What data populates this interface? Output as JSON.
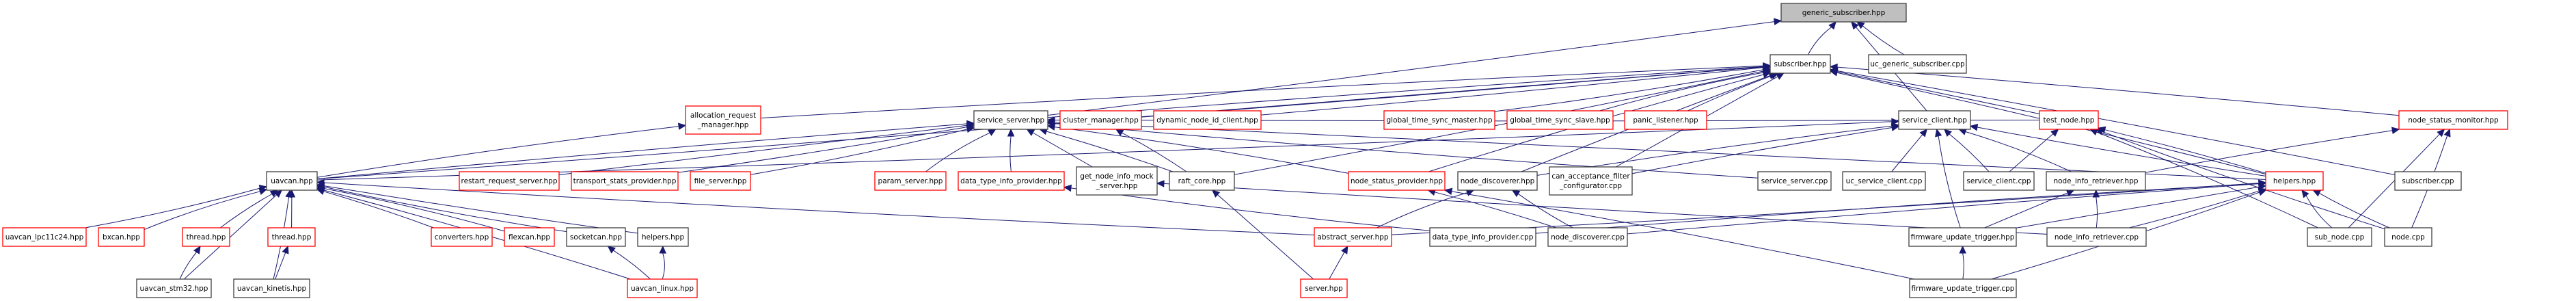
{
  "diagram": {
    "type": "include-dependency-graph",
    "colors": {
      "edge": "#191970",
      "root_fill": "#bfbfbf",
      "root_border": "#404040",
      "documented_border": "#404040",
      "undocumented_border": "#ff0000",
      "node_fill": "#ffffff"
    },
    "nodes": [
      {
        "id": "generic_subscriber_hpp",
        "lines": [
          "generic_subscriber.hpp"
        ],
        "style": "root"
      },
      {
        "id": "subscriber_hpp",
        "lines": [
          "subscriber.hpp"
        ],
        "style": "normal"
      },
      {
        "id": "uc_generic_subscriber_cpp",
        "lines": [
          "uc_generic_subscriber.cpp"
        ],
        "style": "normal"
      },
      {
        "id": "allocation_request_manager_hpp",
        "lines": [
          "allocation_request",
          "_manager.hpp"
        ],
        "style": "red"
      },
      {
        "id": "service_server_hpp",
        "lines": [
          "service_server.hpp"
        ],
        "style": "normal"
      },
      {
        "id": "cluster_manager_hpp",
        "lines": [
          "cluster_manager.hpp"
        ],
        "style": "red"
      },
      {
        "id": "dynamic_node_id_client_hpp",
        "lines": [
          "dynamic_node_id_client.hpp"
        ],
        "style": "red"
      },
      {
        "id": "global_time_sync_master_hpp",
        "lines": [
          "global_time_sync_master.hpp"
        ],
        "style": "red"
      },
      {
        "id": "global_time_sync_slave_hpp",
        "lines": [
          "global_time_sync_slave.hpp"
        ],
        "style": "red"
      },
      {
        "id": "panic_listener_hpp",
        "lines": [
          "panic_listener.hpp"
        ],
        "style": "red"
      },
      {
        "id": "service_client_hpp",
        "lines": [
          "service_client.hpp"
        ],
        "style": "normal"
      },
      {
        "id": "test_node_hpp",
        "lines": [
          "test_node.hpp"
        ],
        "style": "red"
      },
      {
        "id": "node_status_monitor_hpp",
        "lines": [
          "node_status_monitor.hpp"
        ],
        "style": "red"
      },
      {
        "id": "uavcan_hpp",
        "lines": [
          "uavcan.hpp"
        ],
        "style": "normal"
      },
      {
        "id": "restart_request_server_hpp",
        "lines": [
          "restart_request_server.hpp"
        ],
        "style": "red"
      },
      {
        "id": "transport_stats_provider_hpp",
        "lines": [
          "transport_stats_provider.hpp"
        ],
        "style": "red"
      },
      {
        "id": "file_server_hpp",
        "lines": [
          "file_server.hpp"
        ],
        "style": "red"
      },
      {
        "id": "param_server_hpp",
        "lines": [
          "param_server.hpp"
        ],
        "style": "red"
      },
      {
        "id": "data_type_info_provider_hpp",
        "lines": [
          "data_type_info_provider.hpp"
        ],
        "style": "red"
      },
      {
        "id": "get_node_info_mock_server_hpp",
        "lines": [
          "get_node_info_mock",
          "_server.hpp"
        ],
        "style": "normal"
      },
      {
        "id": "raft_core_hpp",
        "lines": [
          "raft_core.hpp"
        ],
        "style": "normal"
      },
      {
        "id": "node_status_provider_hpp",
        "lines": [
          "node_status_provider.hpp"
        ],
        "style": "red"
      },
      {
        "id": "node_discoverer_hpp",
        "lines": [
          "node_discoverer.hpp"
        ],
        "style": "normal"
      },
      {
        "id": "can_acceptance_filter_configurator_cpp",
        "lines": [
          "can_acceptance_filter",
          "_configurator.cpp"
        ],
        "style": "normal"
      },
      {
        "id": "service_server_cpp",
        "lines": [
          "service_server.cpp"
        ],
        "style": "normal"
      },
      {
        "id": "uc_service_client_cpp",
        "lines": [
          "uc_service_client.cpp"
        ],
        "style": "normal"
      },
      {
        "id": "service_client_cpp",
        "lines": [
          "service_client.cpp"
        ],
        "style": "normal"
      },
      {
        "id": "node_info_retriever_hpp",
        "lines": [
          "node_info_retriever.hpp"
        ],
        "style": "normal"
      },
      {
        "id": "helpers_hpp_red",
        "lines": [
          "helpers.hpp"
        ],
        "style": "red"
      },
      {
        "id": "subscriber_cpp",
        "lines": [
          "subscriber.cpp"
        ],
        "style": "normal"
      },
      {
        "id": "uavcan_lpc11c24_hpp",
        "lines": [
          "uavcan_lpc11c24.hpp"
        ],
        "style": "red"
      },
      {
        "id": "bxcan_hpp",
        "lines": [
          "bxcan.hpp"
        ],
        "style": "red"
      },
      {
        "id": "thread_hpp_a",
        "lines": [
          "thread.hpp"
        ],
        "style": "red"
      },
      {
        "id": "thread_hpp_b",
        "lines": [
          "thread.hpp"
        ],
        "style": "red"
      },
      {
        "id": "converters_hpp",
        "lines": [
          "converters.hpp"
        ],
        "style": "red"
      },
      {
        "id": "flexcan_hpp",
        "lines": [
          "flexcan.hpp"
        ],
        "style": "red"
      },
      {
        "id": "socketcan_hpp",
        "lines": [
          "socketcan.hpp"
        ],
        "style": "normal"
      },
      {
        "id": "helpers_hpp",
        "lines": [
          "helpers.hpp"
        ],
        "style": "normal"
      },
      {
        "id": "abstract_server_hpp",
        "lines": [
          "abstract_server.hpp"
        ],
        "style": "red"
      },
      {
        "id": "data_type_info_provider_cpp",
        "lines": [
          "data_type_info_provider.cpp"
        ],
        "style": "normal"
      },
      {
        "id": "node_discoverer_cpp",
        "lines": [
          "node_discoverer.cpp"
        ],
        "style": "normal"
      },
      {
        "id": "firmware_update_trigger_hpp",
        "lines": [
          "firmware_update_trigger.hpp"
        ],
        "style": "normal"
      },
      {
        "id": "node_info_retriever_cpp",
        "lines": [
          "node_info_retriever.cpp"
        ],
        "style": "normal"
      },
      {
        "id": "sub_node_cpp",
        "lines": [
          "sub_node.cpp"
        ],
        "style": "normal"
      },
      {
        "id": "node_cpp",
        "lines": [
          "node.cpp"
        ],
        "style": "normal"
      },
      {
        "id": "uavcan_stm32_hpp",
        "lines": [
          "uavcan_stm32.hpp"
        ],
        "style": "normal"
      },
      {
        "id": "uavcan_kinetis_hpp",
        "lines": [
          "uavcan_kinetis.hpp"
        ],
        "style": "normal"
      },
      {
        "id": "uavcan_linux_hpp",
        "lines": [
          "uavcan_linux.hpp"
        ],
        "style": "red"
      },
      {
        "id": "server_hpp",
        "lines": [
          "server.hpp"
        ],
        "style": "red"
      },
      {
        "id": "firmware_update_trigger_cpp",
        "lines": [
          "firmware_update_trigger.cpp"
        ],
        "style": "normal"
      }
    ],
    "edges": [
      [
        "subscriber_hpp",
        "generic_subscriber_hpp"
      ],
      [
        "uc_generic_subscriber_cpp",
        "generic_subscriber_hpp"
      ],
      [
        "service_client_hpp",
        "generic_subscriber_hpp"
      ],
      [
        "service_server_hpp",
        "generic_subscriber_hpp"
      ],
      [
        "uavcan_hpp",
        "subscriber_hpp"
      ],
      [
        "allocation_request_manager_hpp",
        "subscriber_hpp"
      ],
      [
        "service_server_hpp",
        "subscriber_hpp"
      ],
      [
        "cluster_manager_hpp",
        "subscriber_hpp"
      ],
      [
        "dynamic_node_id_client_hpp",
        "subscriber_hpp"
      ],
      [
        "global_time_sync_master_hpp",
        "subscriber_hpp"
      ],
      [
        "global_time_sync_slave_hpp",
        "subscriber_hpp"
      ],
      [
        "panic_listener_hpp",
        "subscriber_hpp"
      ],
      [
        "test_node_hpp",
        "subscriber_hpp"
      ],
      [
        "node_status_monitor_hpp",
        "subscriber_hpp"
      ],
      [
        "raft_core_hpp",
        "subscriber_hpp"
      ],
      [
        "node_status_provider_hpp",
        "subscriber_hpp"
      ],
      [
        "node_discoverer_hpp",
        "subscriber_hpp"
      ],
      [
        "can_acceptance_filter_configurator_cpp",
        "subscriber_hpp"
      ],
      [
        "subscriber_cpp",
        "subscriber_hpp"
      ],
      [
        "helpers_hpp_red",
        "subscriber_hpp"
      ],
      [
        "uavcan_hpp",
        "allocation_request_manager_hpp"
      ],
      [
        "uavcan_hpp",
        "service_server_hpp"
      ],
      [
        "restart_request_server_hpp",
        "service_server_hpp"
      ],
      [
        "transport_stats_provider_hpp",
        "service_server_hpp"
      ],
      [
        "file_server_hpp",
        "service_server_hpp"
      ],
      [
        "param_server_hpp",
        "service_server_hpp"
      ],
      [
        "data_type_info_provider_hpp",
        "service_server_hpp"
      ],
      [
        "get_node_info_mock_server_hpp",
        "service_server_hpp"
      ],
      [
        "raft_core_hpp",
        "service_server_hpp"
      ],
      [
        "node_status_provider_hpp",
        "service_server_hpp"
      ],
      [
        "service_server_cpp",
        "service_server_hpp"
      ],
      [
        "test_node_hpp",
        "service_server_hpp"
      ],
      [
        "helpers_hpp_red",
        "service_server_hpp"
      ],
      [
        "raft_core_hpp",
        "cluster_manager_hpp"
      ],
      [
        "uavcan_hpp",
        "service_client_hpp"
      ],
      [
        "node_discoverer_hpp",
        "service_client_hpp"
      ],
      [
        "can_acceptance_filter_configurator_cpp",
        "service_client_hpp"
      ],
      [
        "uc_service_client_cpp",
        "service_client_hpp"
      ],
      [
        "service_client_cpp",
        "service_client_hpp"
      ],
      [
        "node_info_retriever_hpp",
        "service_client_hpp"
      ],
      [
        "firmware_update_trigger_hpp",
        "service_client_hpp"
      ],
      [
        "helpers_hpp_red",
        "service_client_hpp"
      ],
      [
        "service_client_cpp",
        "test_node_hpp"
      ],
      [
        "helpers_hpp_red",
        "test_node_hpp"
      ],
      [
        "sub_node_cpp",
        "test_node_hpp"
      ],
      [
        "node_cpp",
        "test_node_hpp"
      ],
      [
        "node_info_retriever_hpp",
        "node_status_monitor_hpp"
      ],
      [
        "sub_node_cpp",
        "node_status_monitor_hpp"
      ],
      [
        "node_cpp",
        "node_status_monitor_hpp"
      ],
      [
        "uavcan_lpc11c24_hpp",
        "uavcan_hpp"
      ],
      [
        "bxcan_hpp",
        "uavcan_hpp"
      ],
      [
        "thread_hpp_a",
        "uavcan_hpp"
      ],
      [
        "thread_hpp_b",
        "uavcan_hpp"
      ],
      [
        "converters_hpp",
        "uavcan_hpp"
      ],
      [
        "flexcan_hpp",
        "uavcan_hpp"
      ],
      [
        "socketcan_hpp",
        "uavcan_hpp"
      ],
      [
        "helpers_hpp",
        "uavcan_hpp"
      ],
      [
        "uavcan_stm32_hpp",
        "uavcan_hpp"
      ],
      [
        "uavcan_kinetis_hpp",
        "uavcan_hpp"
      ],
      [
        "uavcan_linux_hpp",
        "uavcan_hpp"
      ],
      [
        "abstract_server_hpp",
        "uavcan_hpp"
      ],
      [
        "uavcan_stm32_hpp",
        "thread_hpp_a"
      ],
      [
        "uavcan_kinetis_hpp",
        "thread_hpp_b"
      ],
      [
        "uavcan_linux_hpp",
        "socketcan_hpp"
      ],
      [
        "uavcan_linux_hpp",
        "helpers_hpp"
      ],
      [
        "data_type_info_provider_cpp",
        "data_type_info_provider_hpp"
      ],
      [
        "node_info_retriever_cpp",
        "get_node_info_mock_server_hpp"
      ],
      [
        "server_hpp",
        "raft_core_hpp"
      ],
      [
        "node_discoverer_cpp",
        "node_status_provider_hpp"
      ],
      [
        "firmware_update_trigger_cpp",
        "node_status_provider_hpp"
      ],
      [
        "abstract_server_hpp",
        "node_discoverer_hpp"
      ],
      [
        "node_discoverer_cpp",
        "node_discoverer_hpp"
      ],
      [
        "firmware_update_trigger_hpp",
        "node_info_retriever_hpp"
      ],
      [
        "node_info_retriever_cpp",
        "node_info_retriever_hpp"
      ],
      [
        "abstract_server_hpp",
        "helpers_hpp_red"
      ],
      [
        "data_type_info_provider_cpp",
        "helpers_hpp_red"
      ],
      [
        "node_discoverer_cpp",
        "helpers_hpp_red"
      ],
      [
        "firmware_update_trigger_hpp",
        "helpers_hpp_red"
      ],
      [
        "node_info_retriever_cpp",
        "helpers_hpp_red"
      ],
      [
        "firmware_update_trigger_cpp",
        "helpers_hpp_red"
      ],
      [
        "sub_node_cpp",
        "helpers_hpp_red"
      ],
      [
        "node_cpp",
        "helpers_hpp_red"
      ],
      [
        "server_hpp",
        "abstract_server_hpp"
      ],
      [
        "firmware_update_trigger_cpp",
        "firmware_update_trigger_hpp"
      ]
    ]
  }
}
